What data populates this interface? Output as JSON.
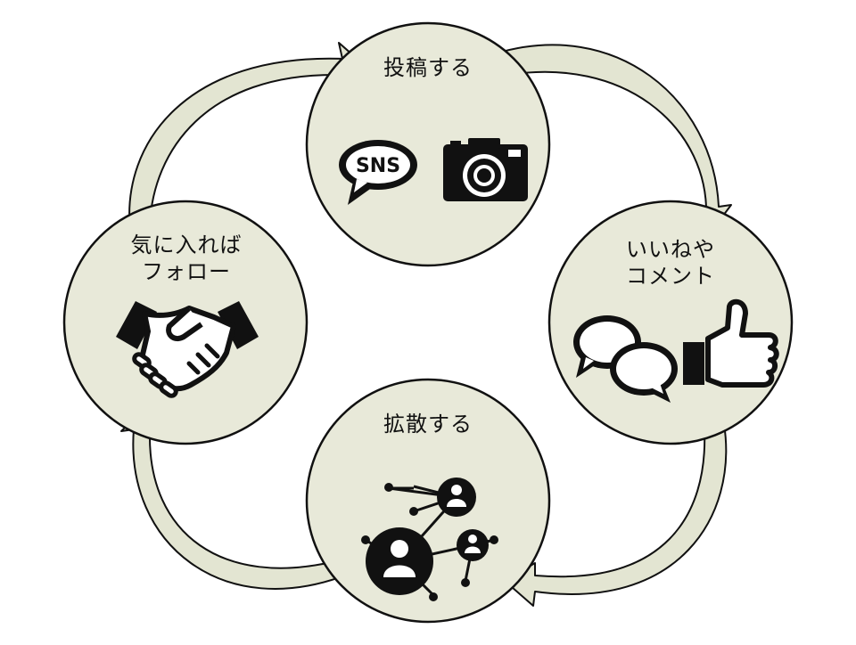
{
  "diagram": {
    "colors": {
      "node_fill": "#e8e9d9",
      "arrow_fill": "#e3e5d2",
      "stroke": "#111111",
      "icon": "#111111"
    },
    "nodes": [
      {
        "id": "post",
        "lines": [
          "投稿する"
        ],
        "icons": [
          "sns-speech-bubble-icon",
          "camera-icon"
        ]
      },
      {
        "id": "like",
        "lines": [
          "いいねや",
          "コメント"
        ],
        "icons": [
          "chat-bubbles-icon",
          "thumbs-up-icon"
        ]
      },
      {
        "id": "spread",
        "lines": [
          "拡散する"
        ],
        "icons": [
          "network-people-icon"
        ]
      },
      {
        "id": "follow",
        "lines": [
          "気に入れば",
          "フォロー"
        ],
        "icons": [
          "handshake-icon"
        ]
      }
    ],
    "icon_text": {
      "sns": "SNS"
    }
  }
}
